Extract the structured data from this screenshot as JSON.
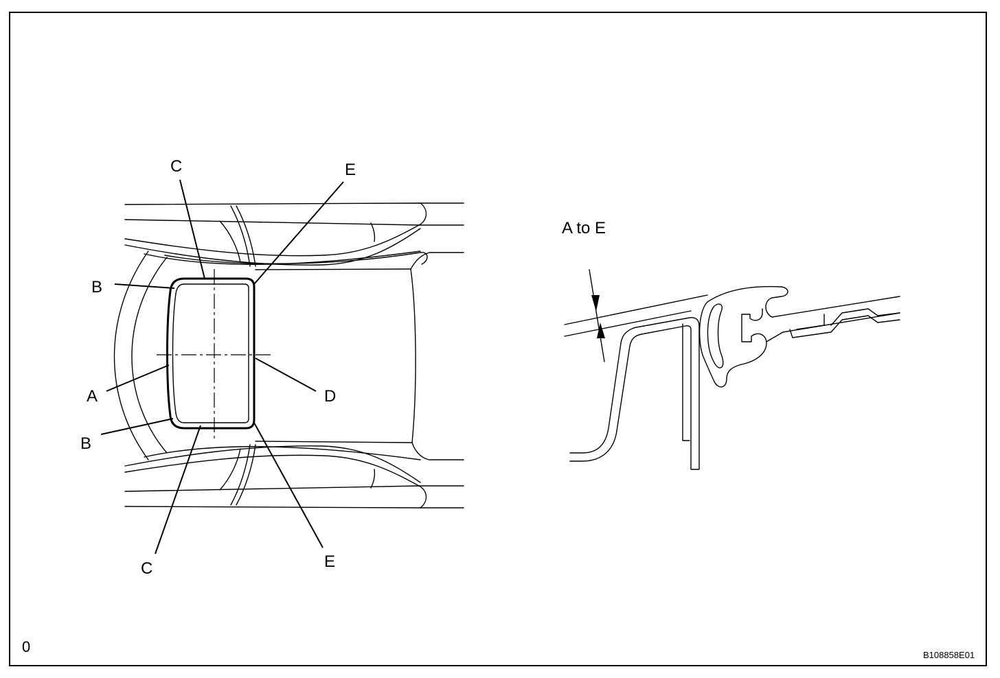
{
  "figure": {
    "view_caption": "A to E",
    "corner_label": "0",
    "figure_id": "B108858E01"
  },
  "callouts": {
    "c_top": "C",
    "e_top": "E",
    "b_top": "B",
    "a": "A",
    "d": "D",
    "b_bottom": "B",
    "c_bottom": "C",
    "e_bottom": "E"
  }
}
